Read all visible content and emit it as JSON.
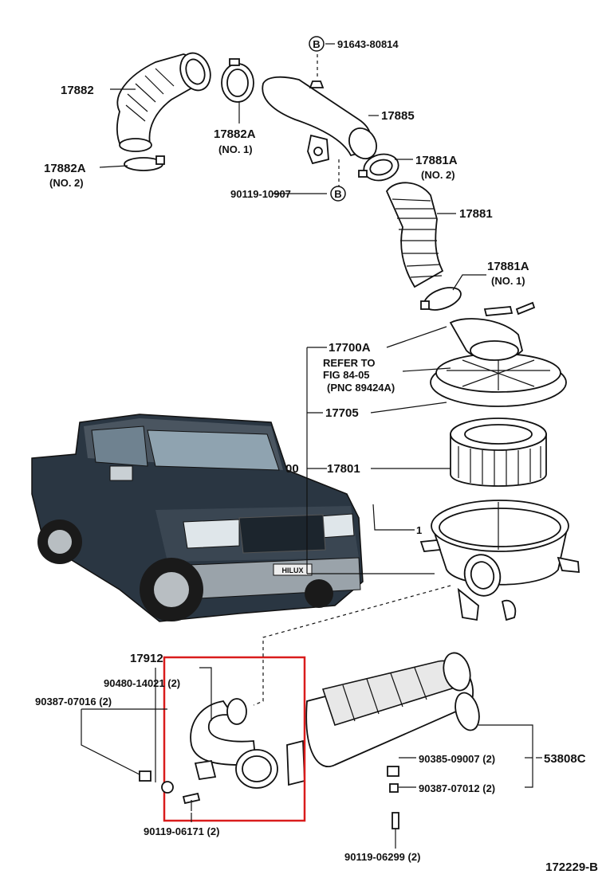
{
  "diagram_id": "172229-B",
  "highlight_color": "#d91c1c",
  "labels": {
    "p17882": "17882",
    "p17882a_top": "17882A",
    "p17882a_top_no": "(NO. 1)",
    "p17882a_left": "17882A",
    "p17882a_left_no": "(NO. 2)",
    "p91643": "91643-80814",
    "p17885": "17885",
    "p90119_10907": "90119-10907",
    "p17881a_top": "17881A",
    "p17881a_top_no": "(NO. 2)",
    "p17881": "17881",
    "p17881a_bot": "17881A",
    "p17881a_bot_no": "(NO. 1)",
    "p17700a": "17700A",
    "refer1": "REFER TO",
    "refer2": "FIG 84-05",
    "refer3": "(PNC 89424A)",
    "p17705": "17705",
    "p17801": "17801",
    "p00": "00",
    "p1": "1",
    "p17912": "17912",
    "p90480": "90480-14021 (2)",
    "p90387_07016": "90387-07016 (2)",
    "p90119_06171": "90119-06171 (2)",
    "p90385": "90385-09007 (2)",
    "p90387_07012": "90387-07012 (2)",
    "p53808c": "53808C",
    "p90119_06299": "90119-06299 (2)",
    "ref_b": "B",
    "truck_badge": "HILUX"
  }
}
